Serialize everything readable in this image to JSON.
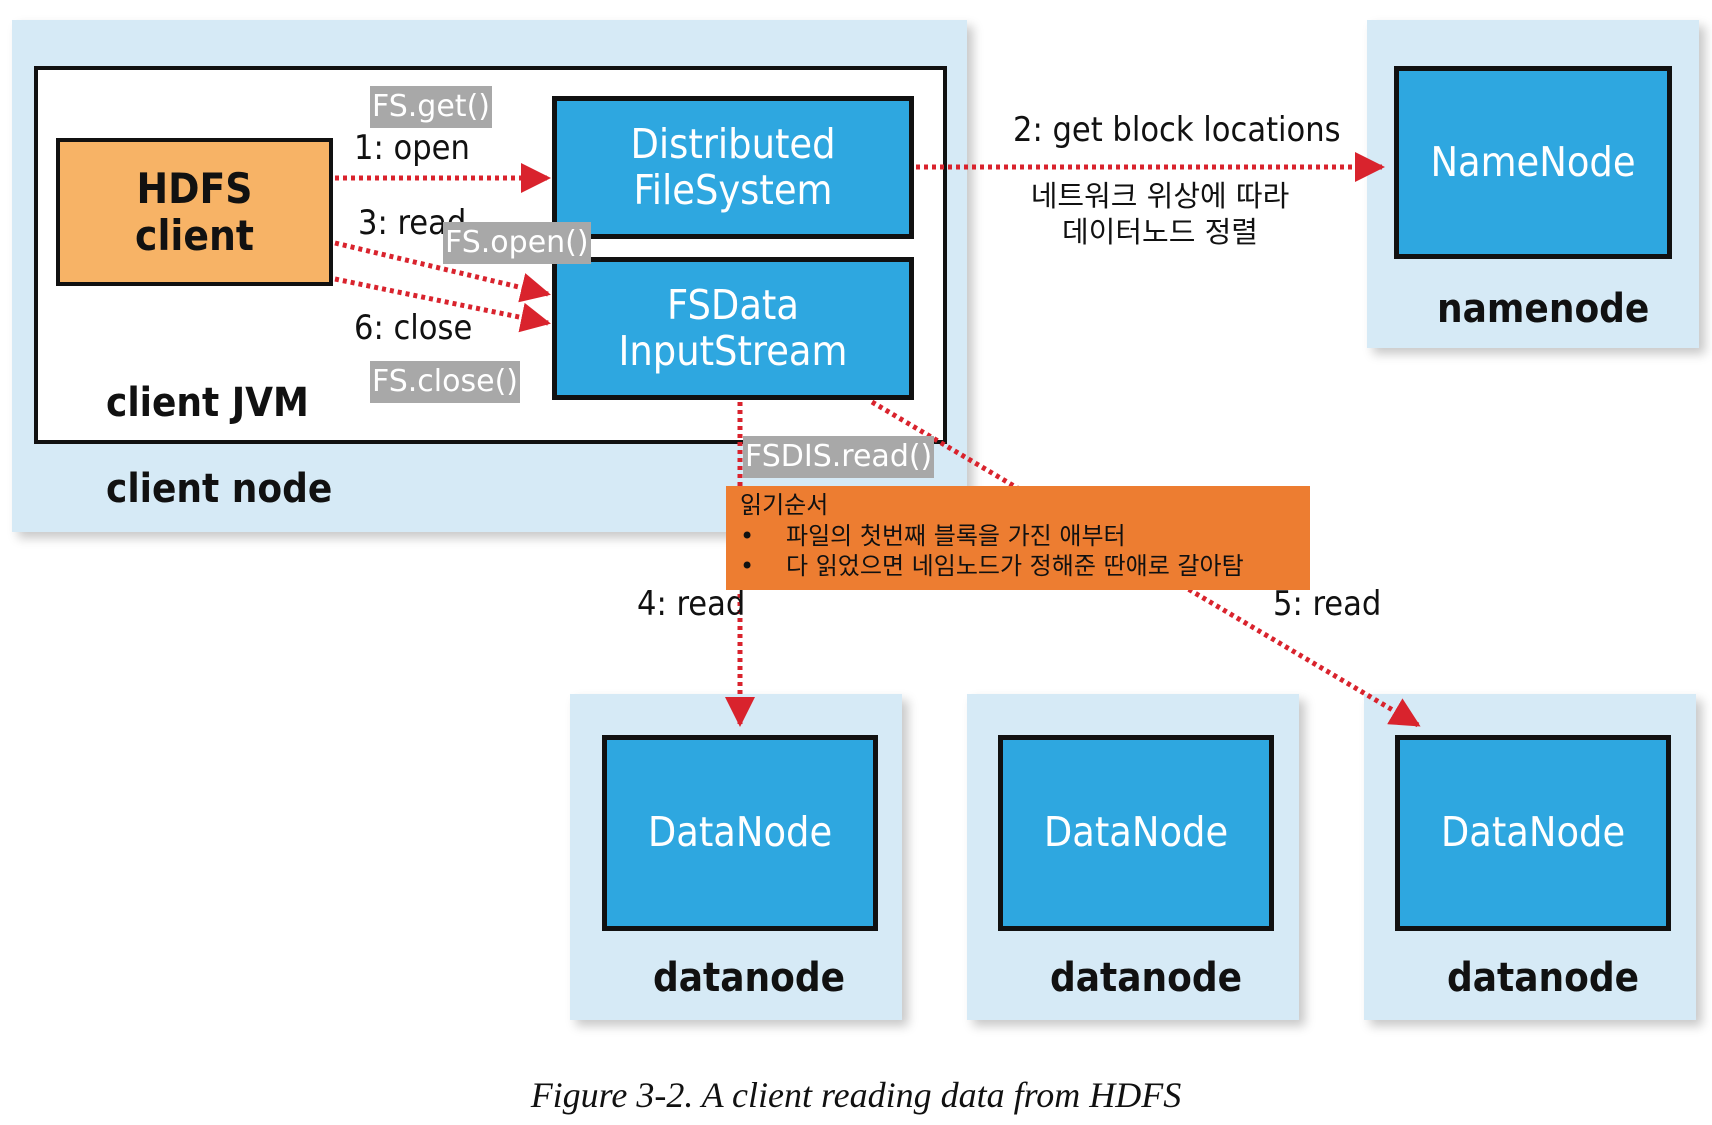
{
  "client_node": {
    "label": "client node",
    "jvm": {
      "label": "client JVM",
      "hdfs_client": "HDFS\nclient",
      "distributed_filesystem": "Distributed\nFileSystem",
      "fsdata_inputstream": "FSData\nInputStream"
    }
  },
  "namenode": {
    "node_label": "namenode",
    "box_label": "NameNode"
  },
  "datanodes": [
    {
      "node_label": "datanode",
      "box_label": "DataNode"
    },
    {
      "node_label": "datanode",
      "box_label": "DataNode"
    },
    {
      "node_label": "datanode",
      "box_label": "DataNode"
    }
  ],
  "edges": {
    "open": "1: open",
    "get_block_locations": "2: get block locations",
    "read_3": "3: read",
    "read_4": "4: read",
    "read_5": "5: read",
    "close": "6: close"
  },
  "annotations": {
    "fs_get": "FS.get()",
    "fs_open": "FS.open()",
    "fs_close": "FS.close()",
    "fsdis_read": "FSDIS.read()",
    "namenode_note_line1": "네트워크 위상에 따라",
    "namenode_note_line2": "데이터노드 정렬",
    "read_order": {
      "title": "읽기순서",
      "items": [
        "파일의 첫번째 블록을 가진 애부터",
        "다 읽었으면 네임노드가 정해준 딴애로 갈아탐"
      ]
    }
  },
  "caption": "Figure 3-2. A client reading data from HDFS",
  "colors": {
    "panel": "#d6eaf6",
    "node_box": "#2ea7e0",
    "hdfs_client": "#f7b366",
    "arrow": "#d9232d",
    "api_label": "#a8a8a8",
    "note": "#ed7d31"
  }
}
